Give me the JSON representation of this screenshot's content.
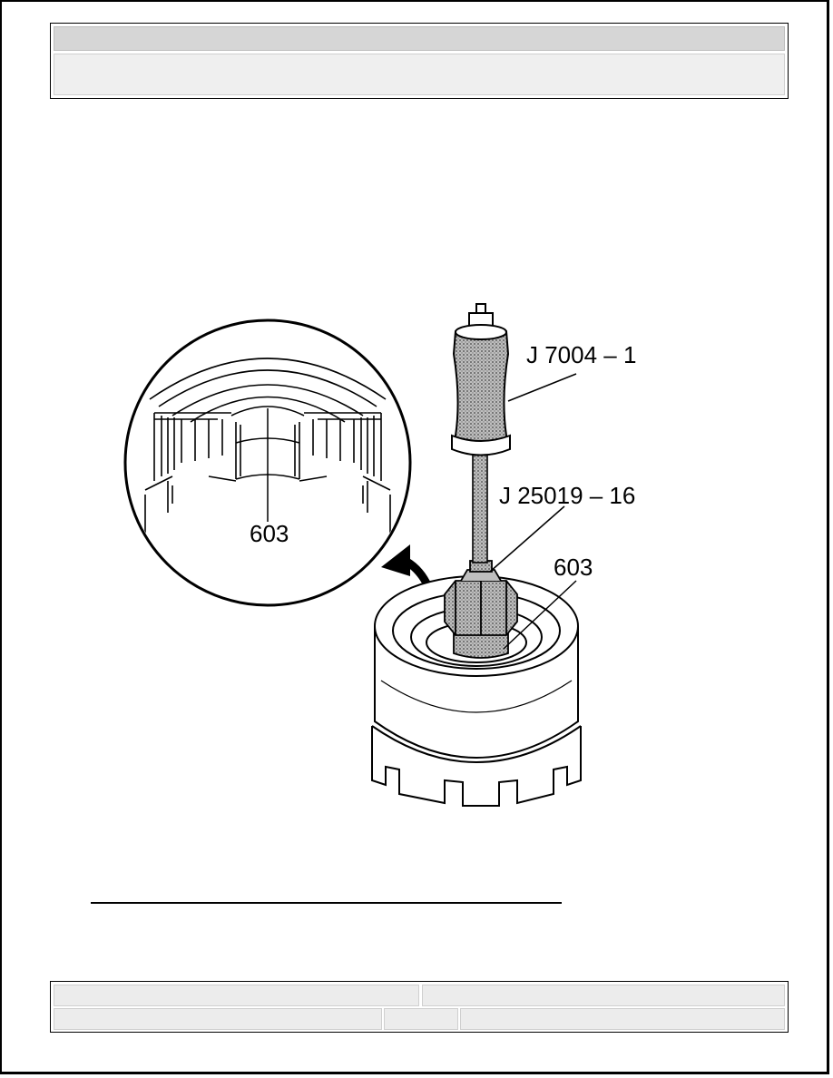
{
  "illustration": {
    "labels": {
      "tool_handle": "J 7004 – 1",
      "tool_adapter": "J 25019 – 16",
      "part_main": "603",
      "part_detail": "603"
    }
  }
}
